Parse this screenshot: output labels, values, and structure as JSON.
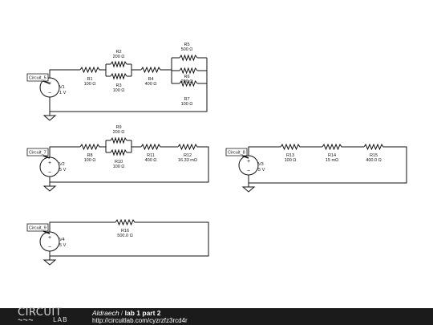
{
  "schematic": {
    "circuit_a": {
      "flag": "Circuit_5",
      "source": {
        "name": "V1",
        "value": "1 V"
      },
      "resistors": [
        {
          "name": "R1",
          "value": "100 Ω"
        },
        {
          "name": "R2",
          "value": "200 Ω"
        },
        {
          "name": "R3",
          "value": "100 Ω"
        },
        {
          "name": "R4",
          "value": "400 Ω"
        },
        {
          "name": "R5",
          "value": "500 Ω"
        },
        {
          "name": "R6",
          "value": "200 Ω"
        },
        {
          "name": "R7",
          "value": "100 Ω"
        }
      ]
    },
    "circuit_b": {
      "flag": "Circuit_7",
      "source": {
        "name": "V2",
        "value": "5 V"
      },
      "resistors": [
        {
          "name": "R8",
          "value": "100 Ω"
        },
        {
          "name": "R9",
          "value": "200 Ω"
        },
        {
          "name": "R10",
          "value": "100 Ω"
        },
        {
          "name": "R11",
          "value": "400 Ω"
        },
        {
          "name": "R12",
          "value": "16.33 mΩ"
        }
      ]
    },
    "circuit_c": {
      "flag": "Circuit_8",
      "source": {
        "name": "V3",
        "value": "5 V"
      },
      "resistors": [
        {
          "name": "R13",
          "value": "100 Ω"
        },
        {
          "name": "R14",
          "value": "15 mΩ"
        },
        {
          "name": "R15",
          "value": "400.0 Ω"
        }
      ]
    },
    "circuit_d": {
      "flag": "Circuit_9",
      "source": {
        "name": "V4",
        "value": "5 V"
      },
      "resistors": [
        {
          "name": "R16",
          "value": "500.0 Ω"
        }
      ]
    },
    "plus_sign": "+",
    "minus_sign": "−"
  },
  "footer": {
    "logo_top": "CIRCUIT",
    "logo_bottom": "LAB",
    "logo_wave": "⏦⏦⏦",
    "user": "Aldraech",
    "separator": " / ",
    "project": "lab 1 part 2",
    "url": "http://circuitlab.com/cyzrzfz3rcd4r"
  },
  "colors": {
    "footer_bg": "#1b1b1b",
    "source_fill": "#ffffff",
    "wire": "#111111"
  }
}
